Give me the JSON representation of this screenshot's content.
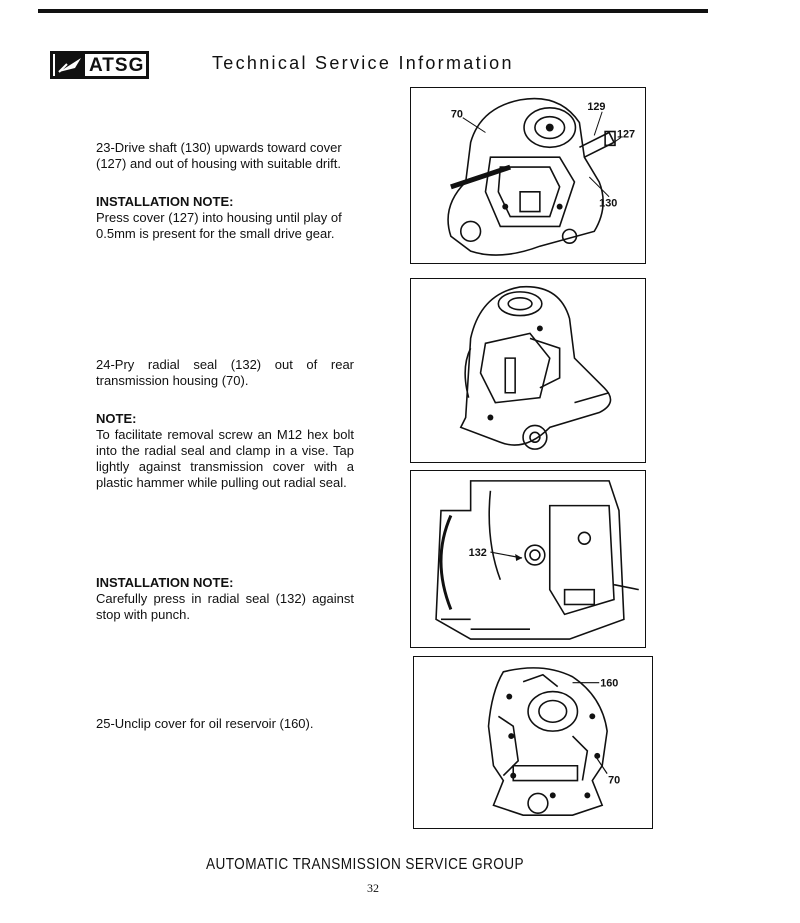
{
  "header": {
    "logo_text": "ATSG",
    "title": "Technical Service Information"
  },
  "steps": [
    {
      "text": "23-Drive shaft (130) upwards toward cover (127) and out of housing with suitable drift.",
      "note_heading": "INSTALLATION NOTE:",
      "note_text": "Press cover (127) into housing until play of 0.5mm is present for the small drive gear."
    },
    {
      "text": "24-Pry radial seal (132) out of rear transmission housing (70).",
      "note_heading": "NOTE:",
      "note_text": "To facilitate removal screw an M12 hex bolt into the radial seal and clamp in a vise. Tap lightly against transmission cover with a plastic hammer while pulling out radial seal."
    },
    {
      "note_heading": "INSTALLATION NOTE:",
      "note_text": "Carefully press in radial seal (132) against stop with punch."
    },
    {
      "text": "25-Unclip cover for oil reservoir (160)."
    }
  ],
  "figures": [
    {
      "callouts": [
        "70",
        "129",
        "127",
        "130"
      ]
    },
    {
      "callouts": []
    },
    {
      "callouts": [
        "132"
      ]
    },
    {
      "callouts": [
        "160",
        "70"
      ]
    }
  ],
  "footer": {
    "org": "AUTOMATIC TRANSMISSION SERVICE GROUP",
    "page_number": "32"
  }
}
